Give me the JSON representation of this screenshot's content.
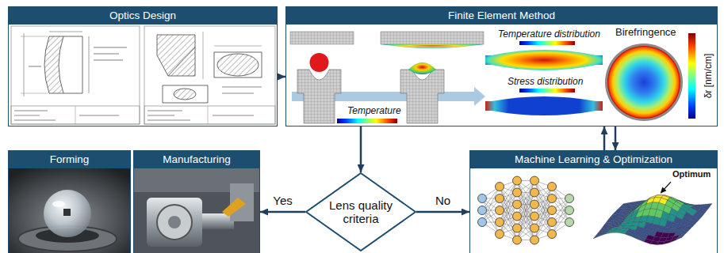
{
  "diagram": {
    "nodes": [
      {
        "text": [
          "Optics Design"
        ]
      },
      {
        "text": [
          "Finite Element Method"
        ]
      },
      {
        "text": [
          "Forming"
        ]
      },
      {
        "text": [
          "Manufacturing"
        ]
      },
      {
        "text": [
          "Lens quality criteria"
        ]
      },
      {
        "text": [
          "Machine Learning & Optimization"
        ]
      }
    ],
    "edges": [
      {
        "from": 0,
        "to": 1,
        "arrow": "to"
      },
      {
        "from": 1,
        "to": 4,
        "arrow": "to"
      },
      {
        "from": 4,
        "to": 3,
        "label": "Yes",
        "arrow": "to"
      },
      {
        "from": 4,
        "to": 5,
        "label": "No",
        "arrow": "to"
      },
      {
        "from": 5,
        "to": 1,
        "arrow": "to"
      },
      {
        "from": 1,
        "to": 5,
        "arrow": "to"
      }
    ],
    "labels": [
      "Temperature",
      "Temperature distribution",
      "Stress distribution",
      "Birefringence",
      "δr [nm/cm]",
      "Optimum"
    ]
  }
}
